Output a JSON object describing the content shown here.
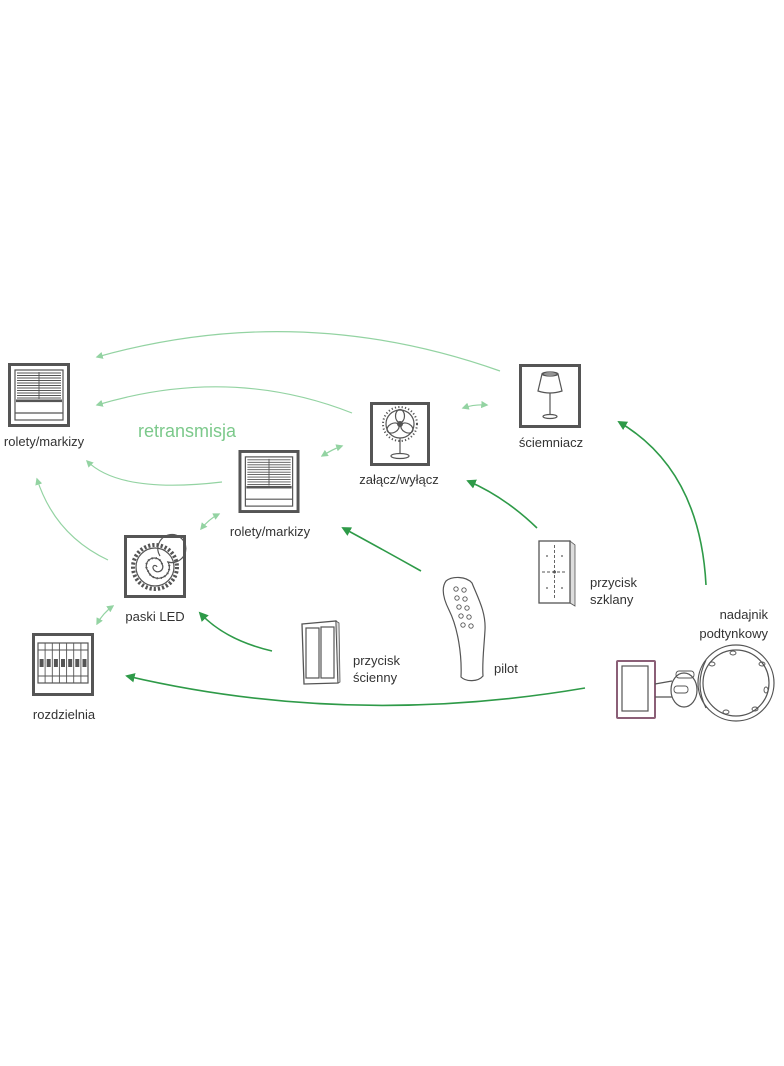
{
  "diagram": {
    "retransmission_label": "retransmisja",
    "nodes": {
      "blinds_left": {
        "label": "rolety/markizy",
        "icon": "blinds-icon"
      },
      "blinds_center": {
        "label": "rolety/markizy",
        "icon": "blinds-icon"
      },
      "on_off": {
        "label": "załącz/wyłącz",
        "icon": "fan-icon"
      },
      "dimmer": {
        "label": "ściemniacz",
        "icon": "table-lamp-icon"
      },
      "led_strips": {
        "label": "paski LED",
        "icon": "led-strip-icon"
      },
      "distribution_board": {
        "label": "rozdzielnia",
        "icon": "circuit-breaker-panel-icon"
      },
      "wall_button": {
        "label_lines": [
          "przycisk",
          "ścienny"
        ],
        "icon": "wall-switch-icon"
      },
      "remote": {
        "label": "pilot",
        "icon": "remote-control-icon"
      },
      "glass_button": {
        "label_lines": [
          "przycisk",
          "szklany"
        ],
        "icon": "glass-switch-icon"
      },
      "flush_transmitter": {
        "label_lines": [
          "nadajnik",
          "podtynkowy"
        ],
        "icon": "flush-mounted-transmitter-icon"
      }
    },
    "links": [
      {
        "from": "dimmer",
        "to": "blinds_left",
        "kind": "retransmission"
      },
      {
        "from": "on_off",
        "to": "blinds_left",
        "kind": "retransmission"
      },
      {
        "from": "blinds_center",
        "to": "blinds_left",
        "kind": "retransmission"
      },
      {
        "from": "led_strips",
        "to": "blinds_left",
        "kind": "retransmission"
      },
      {
        "from": "blinds_center",
        "to": "on_off",
        "kind": "retransmission",
        "bidirectional": true
      },
      {
        "from": "on_off",
        "to": "dimmer",
        "kind": "retransmission",
        "bidirectional": true
      },
      {
        "from": "blinds_center",
        "to": "led_strips",
        "kind": "retransmission",
        "bidirectional": true
      },
      {
        "from": "led_strips",
        "to": "distribution_board",
        "kind": "retransmission",
        "bidirectional": true
      },
      {
        "from": "glass_button",
        "to": "on_off",
        "kind": "transmission"
      },
      {
        "from": "remote",
        "to": "blinds_center",
        "kind": "transmission"
      },
      {
        "from": "wall_button",
        "to": "led_strips",
        "kind": "transmission"
      },
      {
        "from": "flush_transmitter",
        "to": "distribution_board",
        "kind": "transmission"
      },
      {
        "from": "flush_transmitter",
        "to": "dimmer",
        "kind": "transmission"
      }
    ]
  },
  "colors": {
    "transmission": "#2e9a48",
    "retransmission": "#93d3a2",
    "retransmission_text": "#7cc98b",
    "icon": "#555555",
    "text": "#333333",
    "transmitter_frame": "#8b5f77"
  }
}
